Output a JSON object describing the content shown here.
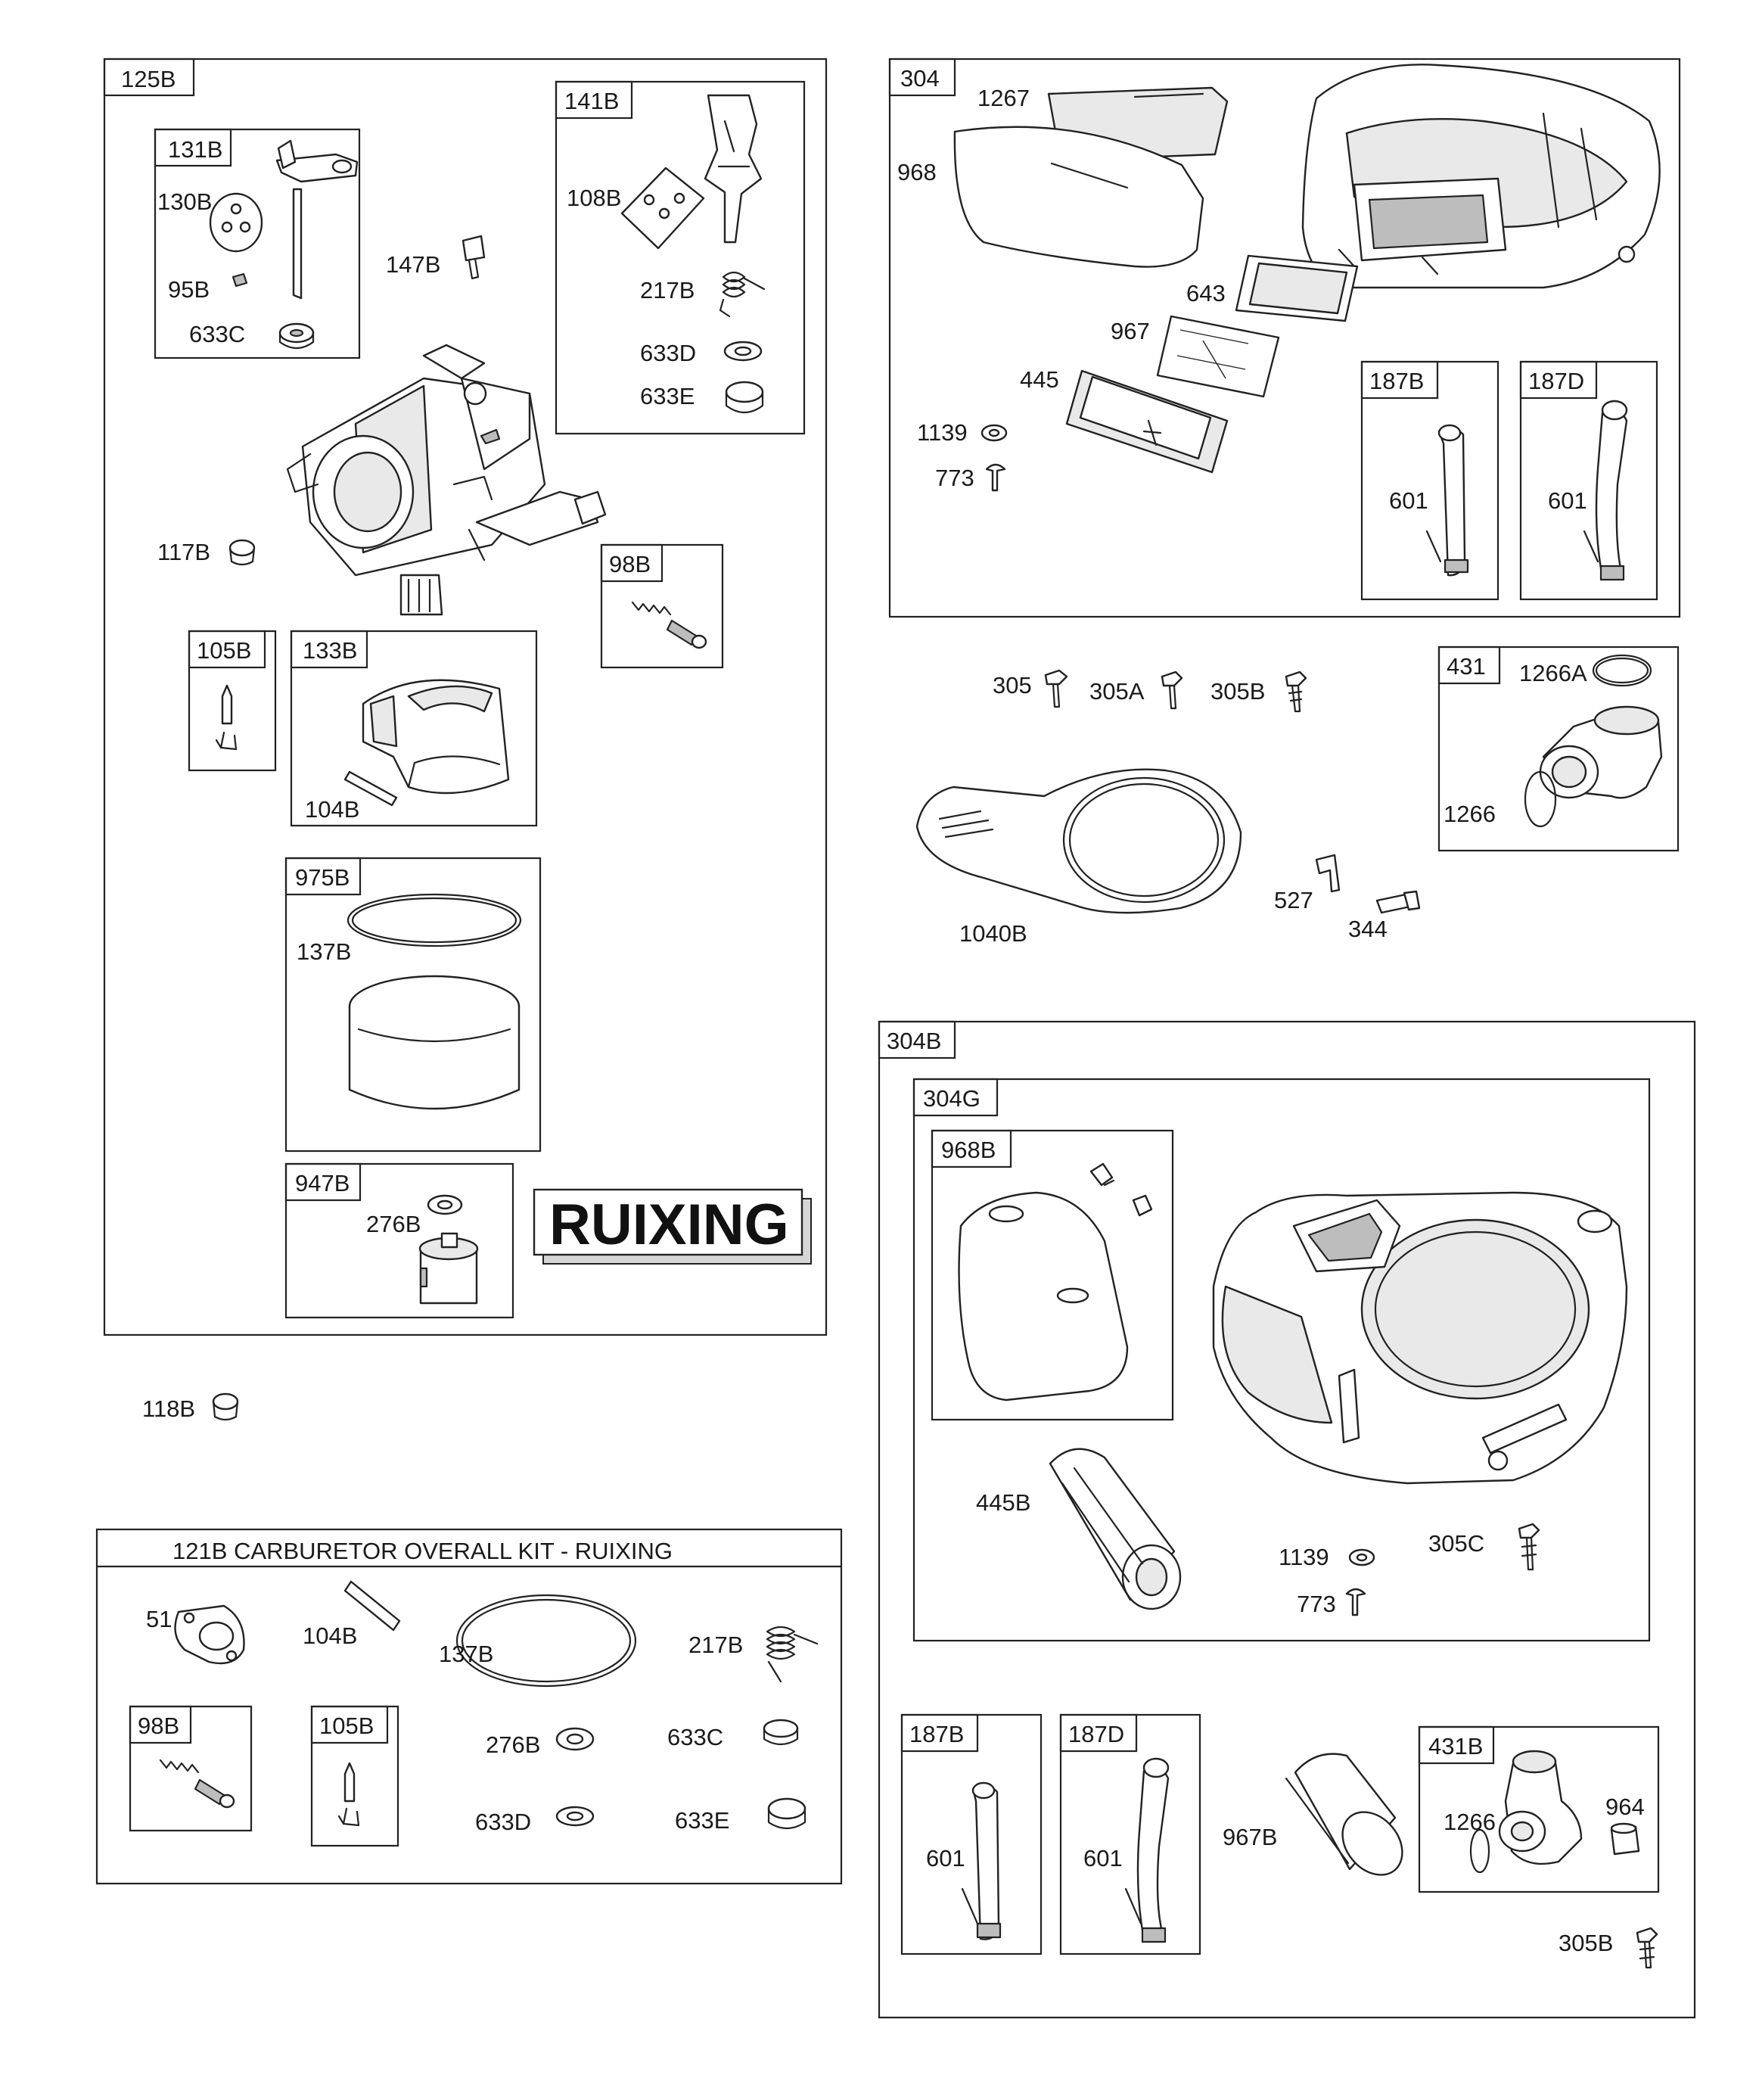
{
  "brand": "RUIXING",
  "kit_title": "121B CARBURETOR OVERALL KIT - RUIXING",
  "groups": {
    "g125B": "125B",
    "g131B": "131B",
    "g141B": "141B",
    "g98B": "98B",
    "g105B": "105B",
    "g133B": "133B",
    "g975B": "975B",
    "g947B": "947B",
    "g304": "304",
    "g187B": "187B",
    "g187D": "187D",
    "g431": "431",
    "g304B": "304B",
    "g304G": "304G",
    "g968B": "968B",
    "g187B2": "187B",
    "g187D2": "187D",
    "g431B": "431B",
    "k98B": "98B",
    "k105B": "105B"
  },
  "labels": {
    "p130B": "130B",
    "p95B": "95B",
    "p633C": "633C",
    "p147B": "147B",
    "p108B": "108B",
    "p217B": "217B",
    "p633D": "633D",
    "p633E": "633E",
    "p117B": "117B",
    "p104B": "104B",
    "p137B": "137B",
    "p276B": "276B",
    "p118B": "118B",
    "p1267": "1267",
    "p968": "968",
    "p643": "643",
    "p967": "967",
    "p445": "445",
    "p1139": "1139",
    "p773": "773",
    "p601a": "601",
    "p601b": "601",
    "p305": "305",
    "p305A": "305A",
    "p305B": "305B",
    "p1266A": "1266A",
    "p1266": "1266",
    "p1040B": "1040B",
    "p527": "527",
    "p344": "344",
    "p445B": "445B",
    "p1139b": "1139",
    "p773b": "773",
    "p305C": "305C",
    "p601c": "601",
    "p601d": "601",
    "p967B": "967B",
    "p1266b": "1266",
    "p964": "964",
    "p305Bb": "305B",
    "k51": "51",
    "k104B": "104B",
    "k137B": "137B",
    "k217B": "217B",
    "k276B": "276B",
    "k633C": "633C",
    "k633D": "633D",
    "k633E": "633E"
  }
}
